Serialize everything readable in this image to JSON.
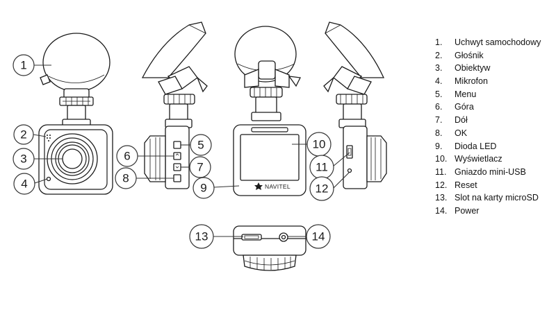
{
  "brand_label": "NAVITEL",
  "callouts": [
    "1",
    "2",
    "3",
    "4",
    "5",
    "6",
    "7",
    "8",
    "9",
    "10",
    "11",
    "12",
    "13",
    "14"
  ],
  "legend": [
    {
      "num": "1.",
      "label": "Uchwyt samochodowy"
    },
    {
      "num": "2.",
      "label": "Głośnik"
    },
    {
      "num": "3.",
      "label": "Obiektyw"
    },
    {
      "num": "4.",
      "label": "Mikrofon"
    },
    {
      "num": "5.",
      "label": "Menu"
    },
    {
      "num": "6.",
      "label": "Góra"
    },
    {
      "num": "7.",
      "label": "Dół"
    },
    {
      "num": "8.",
      "label": "OK"
    },
    {
      "num": "9.",
      "label": "Dioda LED"
    },
    {
      "num": "10.",
      "label": "Wyświetlacz"
    },
    {
      "num": "11.",
      "label": "Gniazdo mini-USB"
    },
    {
      "num": "12.",
      "label": "Reset"
    },
    {
      "num": "13.",
      "label": "Slot na karty microSD"
    },
    {
      "num": "14.",
      "label": "Power"
    }
  ]
}
